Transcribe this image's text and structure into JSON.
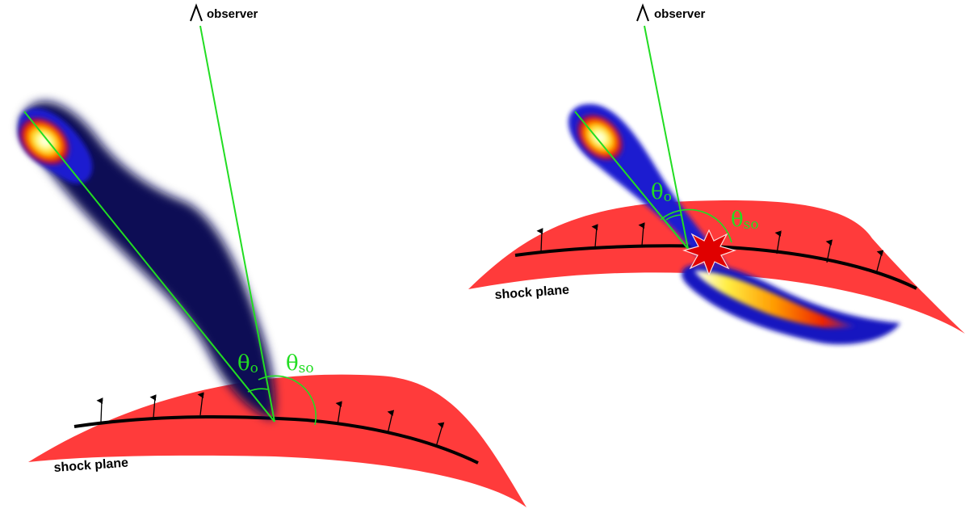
{
  "panels": [
    {
      "observer_label": "observer",
      "theta_o_symbol": "θ",
      "theta_o_sub": "o",
      "theta_so_symbol": "θ",
      "theta_so_sub": "so",
      "shock_label": "shock plane",
      "has_interaction_burst": false
    },
    {
      "observer_label": "observer",
      "theta_o_symbol": "θ",
      "theta_o_sub": "o",
      "theta_so_symbol": "θ",
      "theta_so_sub": "so",
      "shock_label": "shock plane",
      "has_interaction_burst": true
    }
  ],
  "colors": {
    "shock_fill": "#ff3b3b",
    "sightline": "#22dd22",
    "shock_front": "#000000",
    "jet_dark": "#0a0a55",
    "jet_blue": "#1010cc",
    "jet_hot": "#ffff66",
    "burst": "#dd0000"
  },
  "icons": [
    "observer-eye-icon",
    "normal-arrow-icon",
    "burst-star-icon"
  ]
}
